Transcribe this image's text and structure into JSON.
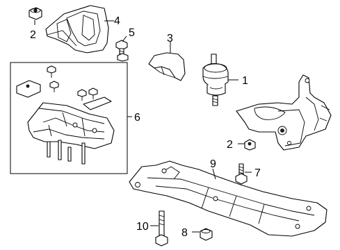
{
  "diagram": {
    "callouts": [
      {
        "id": "c1",
        "text": "1"
      },
      {
        "id": "c2a",
        "text": "2"
      },
      {
        "id": "c2b",
        "text": "2"
      },
      {
        "id": "c3",
        "text": "3"
      },
      {
        "id": "c4",
        "text": "4"
      },
      {
        "id": "c5",
        "text": "5"
      },
      {
        "id": "c6",
        "text": "6"
      },
      {
        "id": "c7",
        "text": "7"
      },
      {
        "id": "c8",
        "text": "8"
      },
      {
        "id": "c9",
        "text": "9"
      },
      {
        "id": "c10",
        "text": "10"
      }
    ]
  }
}
